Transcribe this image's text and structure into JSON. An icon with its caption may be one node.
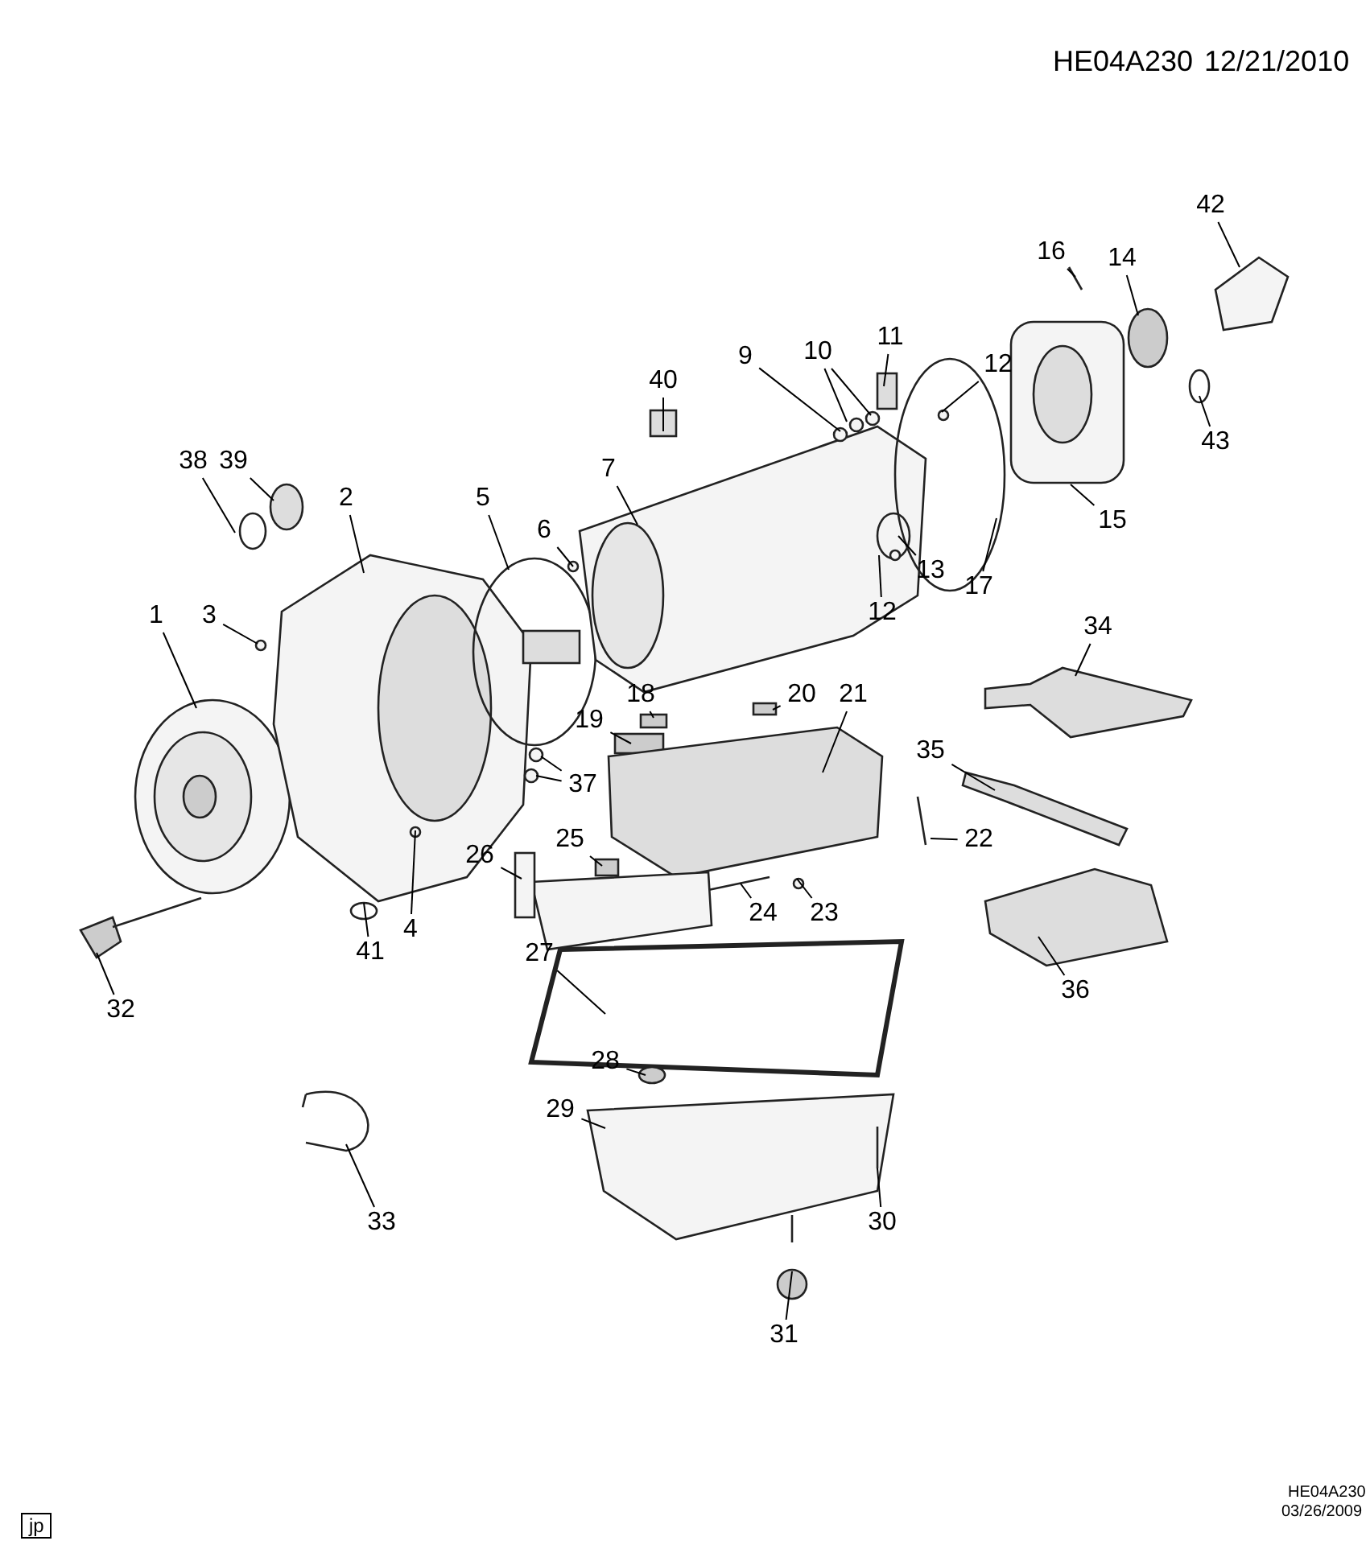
{
  "diagram": {
    "nodes": [
      {
        "text": [
          "1"
        ]
      },
      {
        "text": [
          "2"
        ]
      },
      {
        "text": [
          "3"
        ]
      },
      {
        "text": [
          "4"
        ]
      },
      {
        "text": [
          "5"
        ]
      },
      {
        "text": [
          "6"
        ]
      },
      {
        "text": [
          "7"
        ]
      },
      {
        "text": [
          "9"
        ]
      },
      {
        "text": [
          "10"
        ]
      },
      {
        "text": [
          "11"
        ]
      },
      {
        "text": [
          "12"
        ]
      },
      {
        "text": [
          "12"
        ]
      },
      {
        "text": [
          "13"
        ]
      },
      {
        "text": [
          "14"
        ]
      },
      {
        "text": [
          "15"
        ]
      },
      {
        "text": [
          "16"
        ]
      },
      {
        "text": [
          "17"
        ]
      },
      {
        "text": [
          "18"
        ]
      },
      {
        "text": [
          "19"
        ]
      },
      {
        "text": [
          "20"
        ]
      },
      {
        "text": [
          "21"
        ]
      },
      {
        "text": [
          "22"
        ]
      },
      {
        "text": [
          "23"
        ]
      },
      {
        "text": [
          "24"
        ]
      },
      {
        "text": [
          "25"
        ]
      },
      {
        "text": [
          "26"
        ]
      },
      {
        "text": [
          "27"
        ]
      },
      {
        "text": [
          "28"
        ]
      },
      {
        "text": [
          "29"
        ]
      },
      {
        "text": [
          "30"
        ]
      },
      {
        "text": [
          "31"
        ]
      },
      {
        "text": [
          "32"
        ]
      },
      {
        "text": [
          "33"
        ]
      },
      {
        "text": [
          "34"
        ]
      },
      {
        "text": [
          "35"
        ]
      },
      {
        "text": [
          "36"
        ]
      },
      {
        "text": [
          "37"
        ]
      },
      {
        "text": [
          "38"
        ]
      },
      {
        "text": [
          "39"
        ]
      },
      {
        "text": [
          "40"
        ]
      },
      {
        "text": [
          "41"
        ]
      },
      {
        "text": [
          "42"
        ]
      },
      {
        "text": [
          "43"
        ]
      }
    ],
    "edges": [
      {
        "from": 0,
        "to": null,
        "arrow": "none"
      },
      {
        "from": 1,
        "to": null,
        "arrow": "none"
      },
      {
        "from": 2,
        "to": null,
        "arrow": "none"
      },
      {
        "from": 3,
        "to": null,
        "arrow": "none"
      },
      {
        "from": 4,
        "to": null,
        "arrow": "none"
      },
      {
        "from": 5,
        "to": null,
        "arrow": "none"
      },
      {
        "from": 6,
        "to": null,
        "arrow": "none"
      },
      {
        "from": 7,
        "to": null,
        "arrow": "none"
      },
      {
        "from": 8,
        "to": null,
        "arrow": "none"
      },
      {
        "from": 8,
        "to": null,
        "arrow": "none"
      },
      {
        "from": 9,
        "to": null,
        "arrow": "none"
      },
      {
        "from": 10,
        "to": null,
        "arrow": "none"
      },
      {
        "from": 11,
        "to": null,
        "arrow": "none"
      },
      {
        "from": 12,
        "to": null,
        "arrow": "none"
      },
      {
        "from": 13,
        "to": null,
        "arrow": "none"
      },
      {
        "from": 14,
        "to": null,
        "arrow": "none"
      },
      {
        "from": 15,
        "to": null,
        "arrow": "none"
      },
      {
        "from": 16,
        "to": null,
        "arrow": "none"
      },
      {
        "from": 17,
        "to": null,
        "arrow": "none"
      },
      {
        "from": 18,
        "to": null,
        "arrow": "none"
      },
      {
        "from": 19,
        "to": null,
        "arrow": "none"
      },
      {
        "from": 20,
        "to": null,
        "arrow": "none"
      },
      {
        "from": 21,
        "to": null,
        "arrow": "none"
      },
      {
        "from": 22,
        "to": null,
        "arrow": "none"
      },
      {
        "from": 23,
        "to": null,
        "arrow": "none"
      },
      {
        "from": 24,
        "to": null,
        "arrow": "none"
      },
      {
        "from": 25,
        "to": null,
        "arrow": "none"
      },
      {
        "from": 26,
        "to": null,
        "arrow": "none"
      },
      {
        "from": 27,
        "to": null,
        "arrow": "none"
      },
      {
        "from": 28,
        "to": null,
        "arrow": "none"
      },
      {
        "from": 29,
        "to": null,
        "arrow": "none"
      },
      {
        "from": 30,
        "to": null,
        "arrow": "none"
      },
      {
        "from": 31,
        "to": null,
        "arrow": "none"
      },
      {
        "from": 32,
        "to": null,
        "arrow": "none"
      },
      {
        "from": 33,
        "to": null,
        "arrow": "none"
      },
      {
        "from": 34,
        "to": null,
        "arrow": "none"
      },
      {
        "from": 35,
        "to": null,
        "arrow": "none"
      },
      {
        "from": 36,
        "to": null,
        "arrow": "none"
      },
      {
        "from": 36,
        "to": null,
        "arrow": "none"
      },
      {
        "from": 37,
        "to": null,
        "arrow": "none"
      },
      {
        "from": 38,
        "to": null,
        "arrow": "none"
      },
      {
        "from": 39,
        "to": null,
        "arrow": "none"
      },
      {
        "from": 40,
        "to": null,
        "arrow": "none"
      },
      {
        "from": 41,
        "to": null,
        "arrow": "none"
      },
      {
        "from": 42,
        "to": null,
        "arrow": "none"
      }
    ],
    "labels": [
      "HE04A230",
      "12/21/2010",
      "HE04A230",
      "03/26/2009",
      "jp"
    ]
  }
}
